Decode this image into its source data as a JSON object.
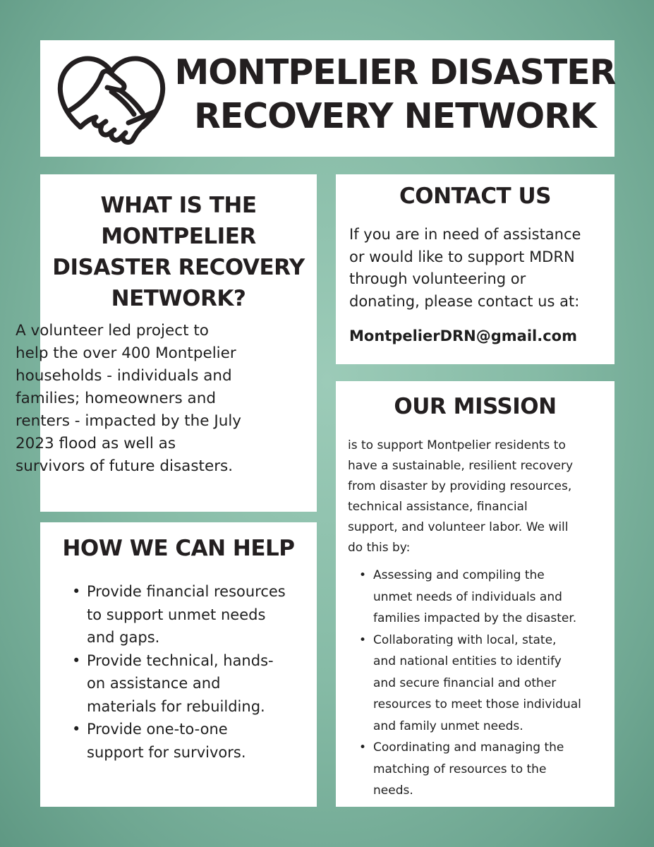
{
  "header": {
    "logo_icon": "handshake-heart-icon",
    "title_line1": "MONTPELIER DISASTER",
    "title_line2": "RECOVERY NETWORK"
  },
  "what": {
    "heading_lines": [
      "WHAT IS THE",
      "MONTPELIER",
      "DISASTER RECOVERY",
      "NETWORK?"
    ],
    "body_lines": [
      "A volunteer led project to",
      "help the over 400 Montpelier",
      "households - individuals and",
      "families; homeowners and",
      "renters - impacted by the July",
      "2023 flood as well as",
      "survivors of future disasters."
    ]
  },
  "contact": {
    "heading": "CONTACT US",
    "body_lines": [
      "If you are in need of assistance",
      "or would like to support MDRN",
      "through volunteering or",
      "donating, please contact us at:"
    ],
    "email": "MontpelierDRN@gmail.com"
  },
  "help": {
    "heading": "HOW WE CAN HELP",
    "items": [
      {
        "lines": [
          "Provide financial resources",
          "to support unmet needs",
          "and gaps."
        ]
      },
      {
        "lines": [
          "Provide technical, hands-",
          "on assistance and",
          "materials for rebuilding."
        ]
      },
      {
        "lines": [
          "Provide one-to-one",
          "support for survivors."
        ]
      }
    ]
  },
  "mission": {
    "heading": "OUR MISSION",
    "body_lines": [
      "is to support Montpelier residents to",
      "have a sustainable, resilient recovery",
      "from disaster by providing resources,",
      "technical assistance, financial",
      "support, and volunteer labor. We will",
      "do this by:"
    ],
    "items": [
      {
        "lines": [
          "Assessing and compiling the",
          "unmet needs of individuals and",
          "families impacted by the disaster."
        ]
      },
      {
        "lines": [
          "Collaborating with local, state,",
          "and national entities to identify",
          "and secure financial and other",
          "resources to meet those individual",
          "and family unmet needs."
        ]
      },
      {
        "lines": [
          "Coordinating and managing the",
          "matching of resources to the",
          "needs."
        ]
      }
    ]
  },
  "colors": {
    "background": "#86bba6",
    "card": "#ffffff",
    "text": "#231f20"
  }
}
